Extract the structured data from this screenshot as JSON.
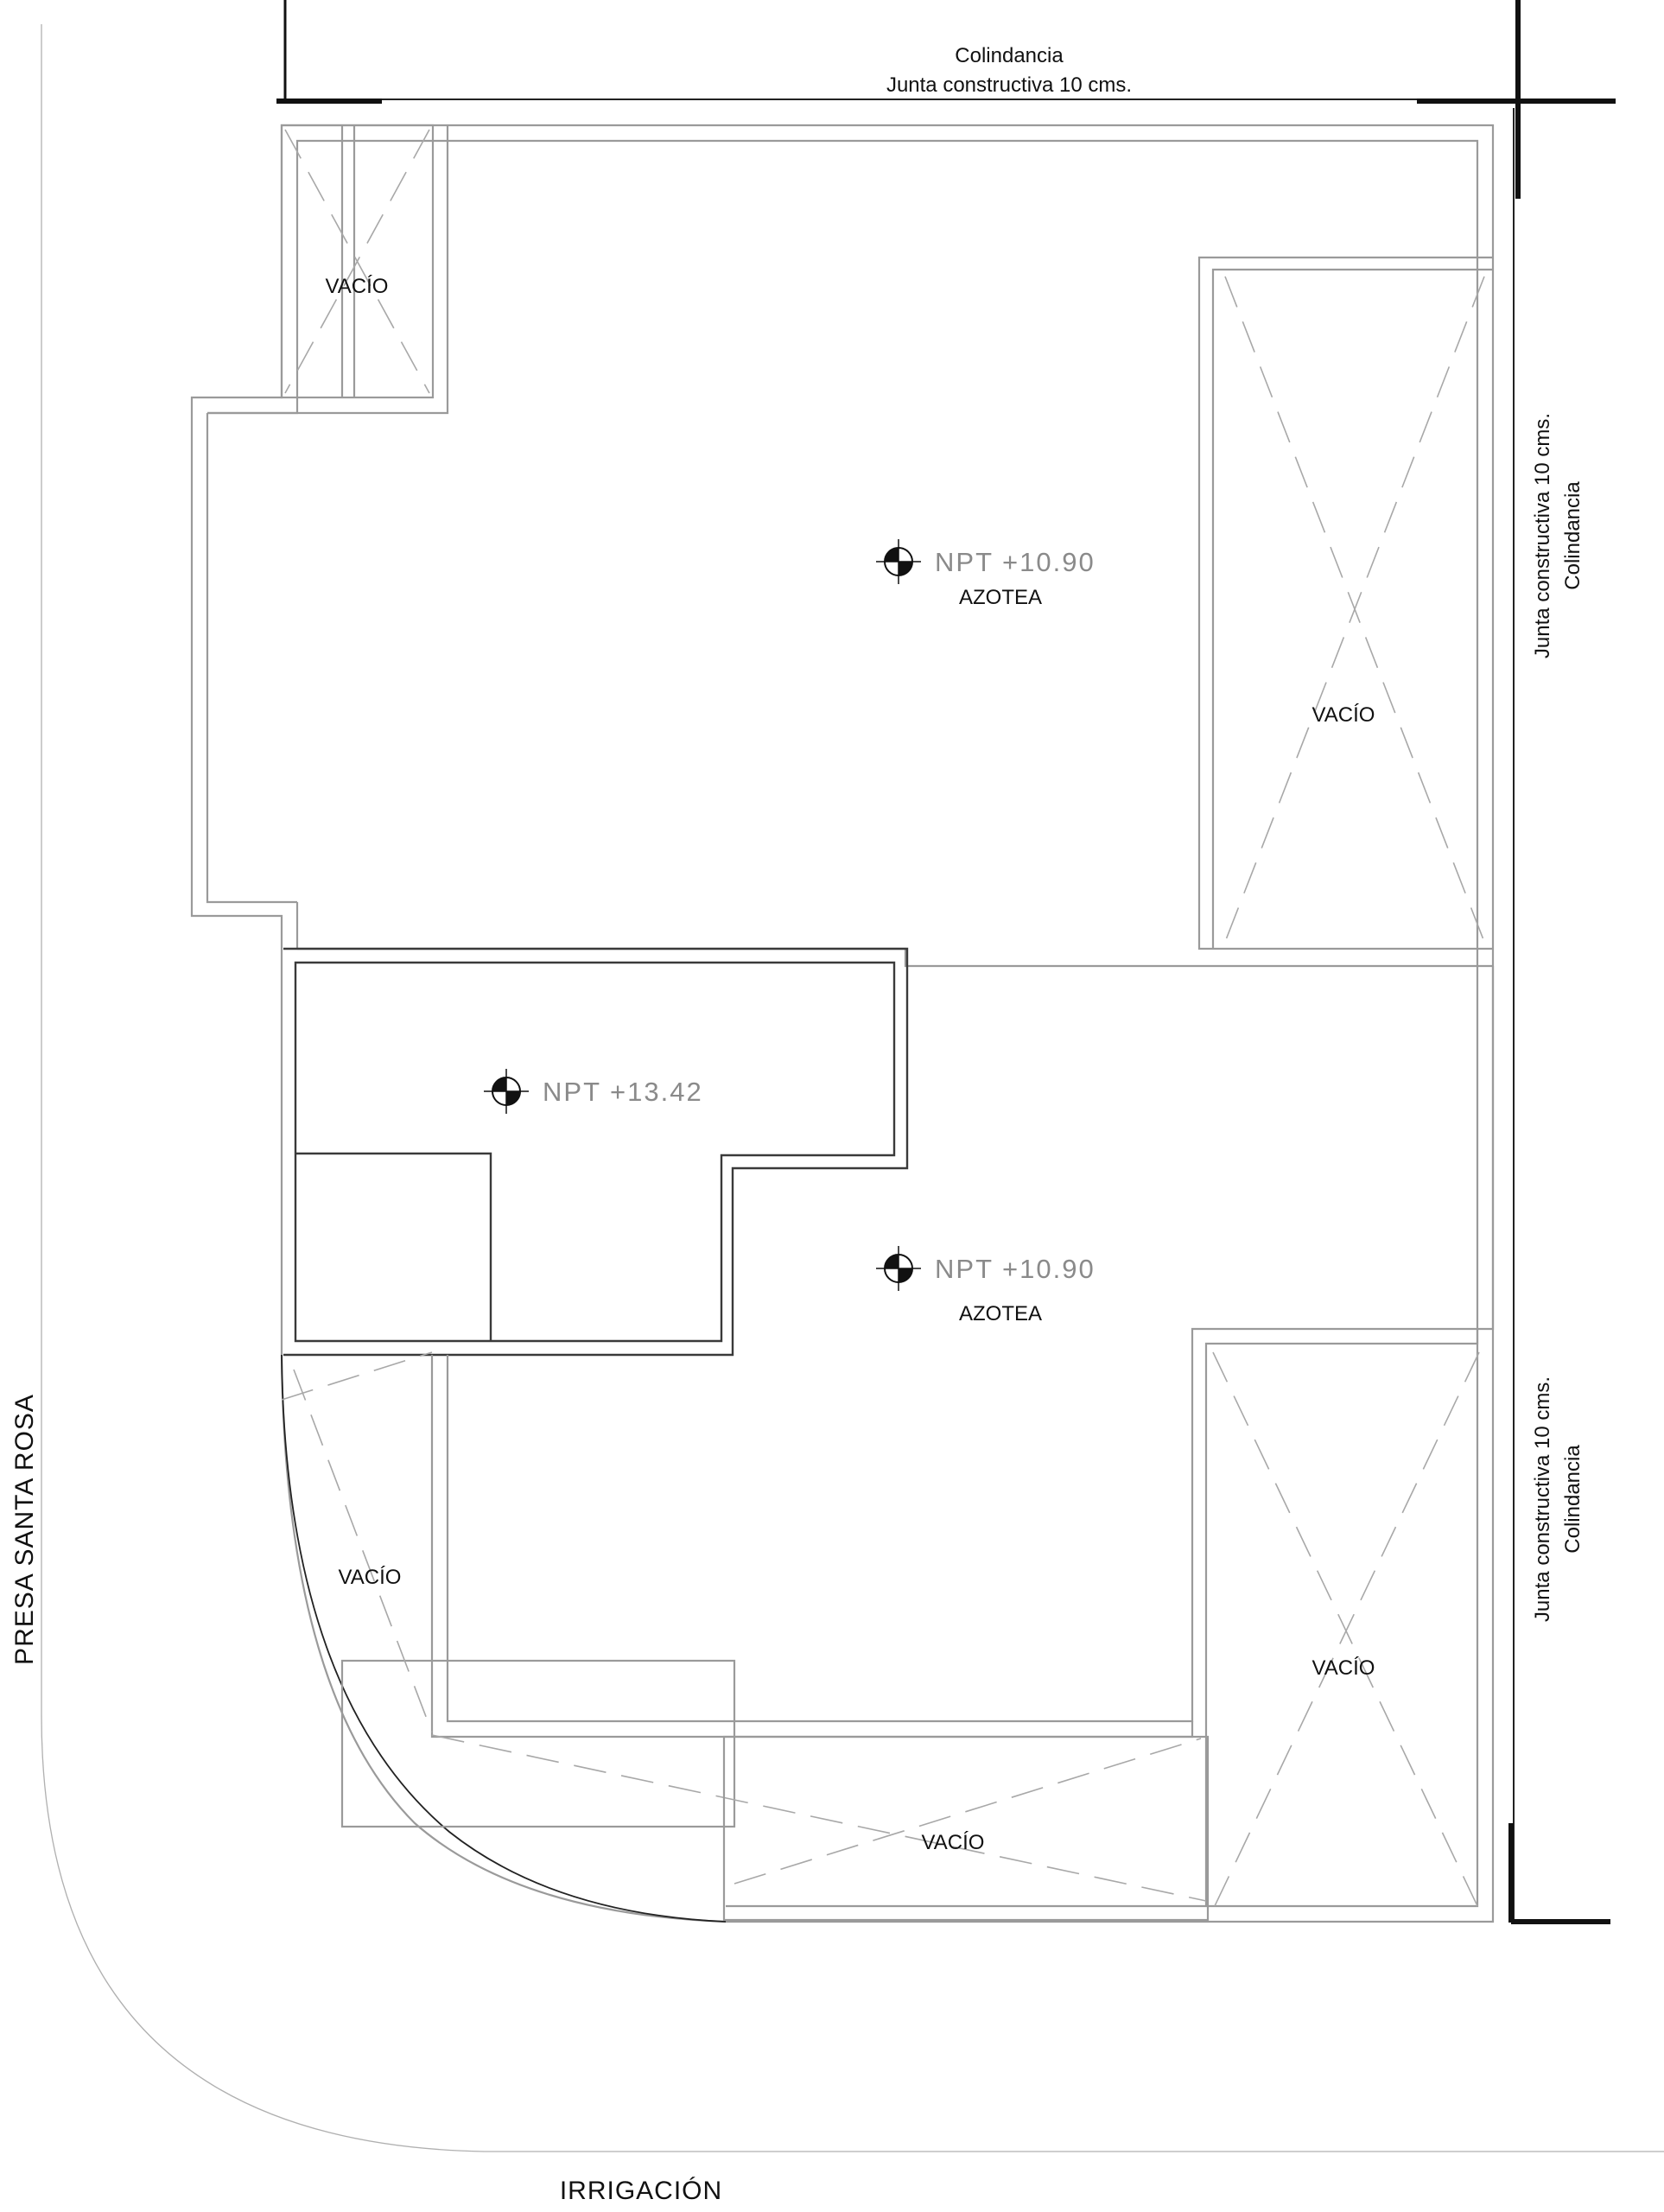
{
  "drawing": {
    "north_boundary": {
      "line1": "Colindancia",
      "line2": "Junta constructiva 10 cms."
    },
    "east_boundary_top": {
      "line1": "Junta constructiva 10 cms.",
      "line2": "Colindancia"
    },
    "east_boundary_bottom": {
      "line1": "Junta constructiva 10 cms.",
      "line2": "Colindancia"
    },
    "west_street": "PRESA SANTA ROSA",
    "south_street": "IRRIGACIÓN",
    "levels": [
      {
        "npt": "NPT  +10.90",
        "room": "AZOTEA"
      },
      {
        "npt": "NPT  +13.42",
        "room": ""
      },
      {
        "npt": "NPT  +10.90",
        "room": "AZOTEA"
      }
    ],
    "voids": [
      "VACÍO",
      "VACÍO",
      "VACÍO",
      "VACÍO",
      "VACÍO"
    ],
    "colors": {
      "wall_light": "#9a9a9a",
      "wall_dark": "#3a3a3a",
      "boundary": "#111111",
      "npt_text": "#8a8a8a"
    }
  }
}
